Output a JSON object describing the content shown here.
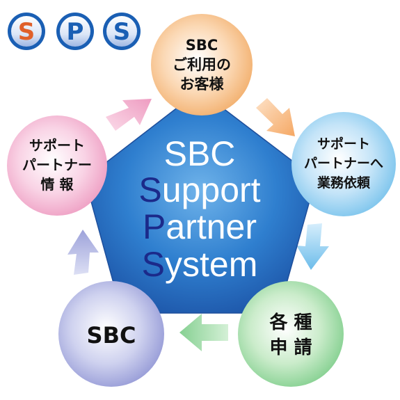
{
  "logo": {
    "letters": [
      "S",
      "P",
      "S"
    ],
    "colors": [
      "#e0602a",
      "#1a5fb4",
      "#1a5fb4"
    ]
  },
  "center": {
    "line1": "SBC",
    "line2_initial": "S",
    "line2_rest": "upport",
    "line3_initial": "P",
    "line3_rest": "artner",
    "line4_initial": "S",
    "line4_rest": "ystem"
  },
  "nodes": {
    "customer": {
      "lines": [
        "SBC",
        "ご利用の",
        "お客様"
      ]
    },
    "request": {
      "lines": [
        "サポート",
        "パートナーへ",
        "業務依頼"
      ]
    },
    "application": {
      "lines": [
        "各 種",
        "申 請"
      ]
    },
    "sbc": {
      "lines": [
        "SBC"
      ]
    },
    "info": {
      "lines": [
        "サポート",
        "パートナー",
        "情 報"
      ]
    }
  }
}
